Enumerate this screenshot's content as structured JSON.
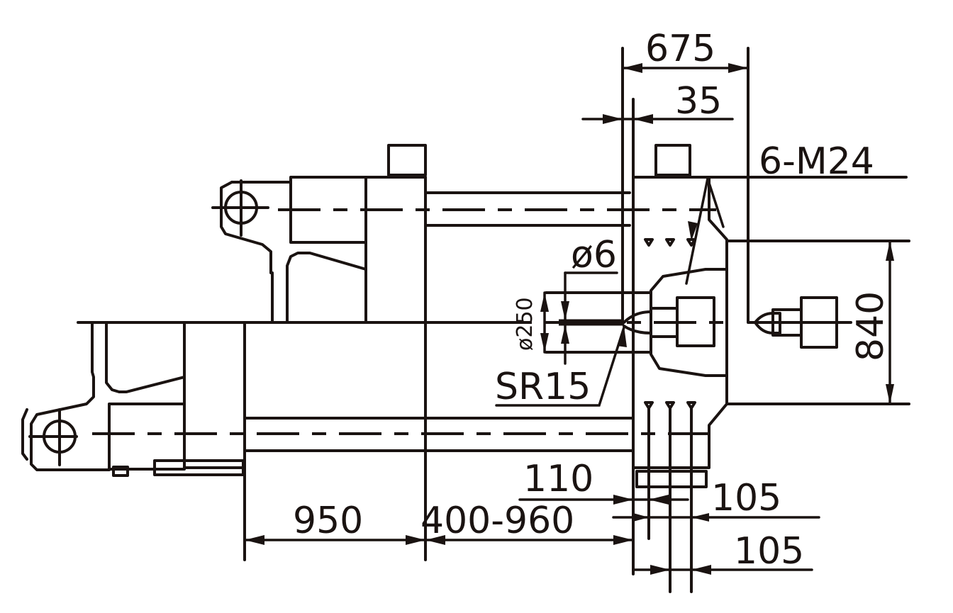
{
  "drawing": {
    "type": "injection-molding-machine clamping unit dimension drawing",
    "line_color": "#1a1311",
    "background": "#ffffff"
  },
  "dimensions": {
    "platen_thickness": "675",
    "locating_offset": "35",
    "mounting_bolts": "6-M24",
    "nozzle_orifice": "ø6",
    "locating_ring": "ø250",
    "nozzle_radius": "SR15",
    "tie_bar_distance": "840",
    "moving_platen_thickness": "950",
    "mold_height_range": "400-960",
    "bolt_offset_1": "110",
    "bolt_spacing_1": "105",
    "bolt_spacing_2": "105"
  }
}
